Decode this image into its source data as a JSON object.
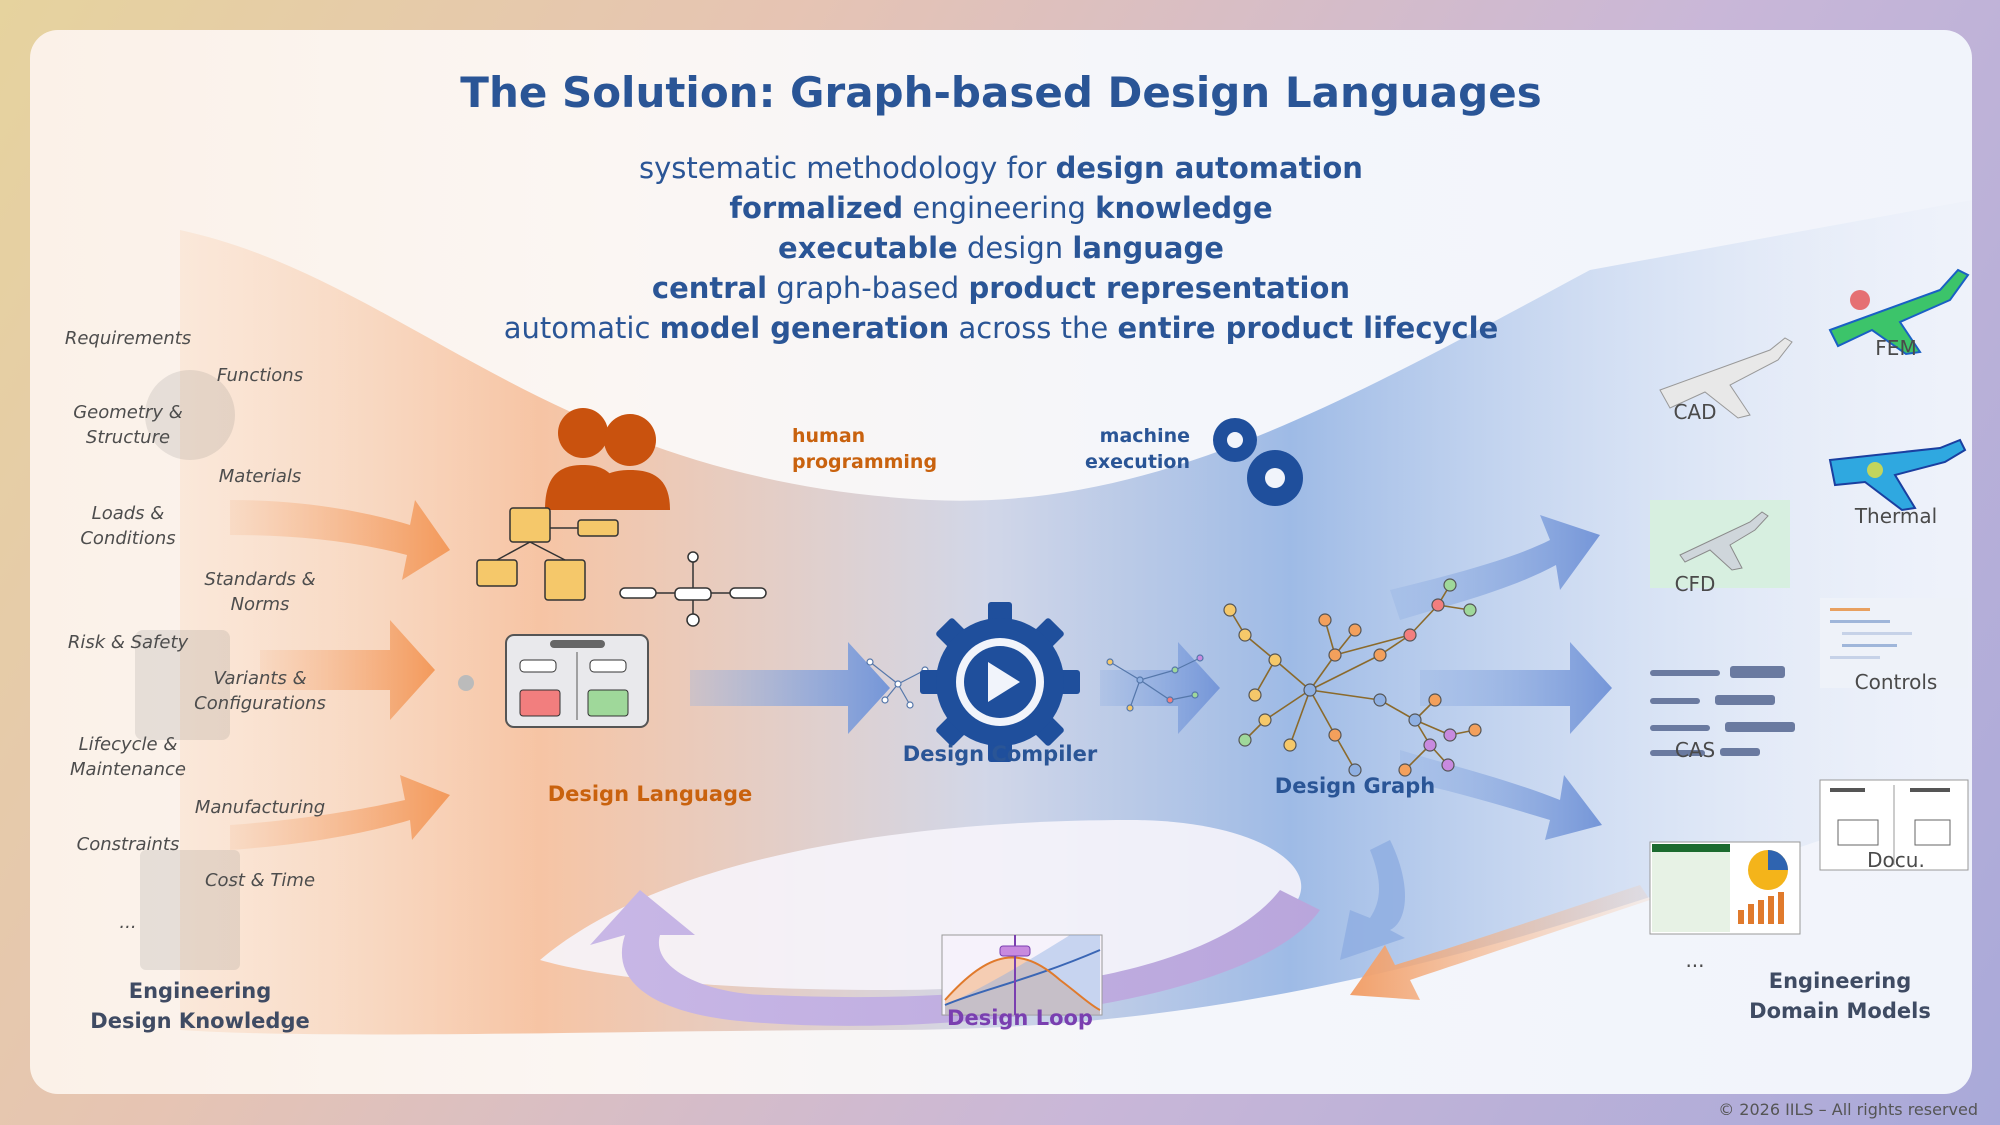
{
  "title": "The Solution: Graph-based Design Languages",
  "subtitle_lines": [
    {
      "parts": [
        {
          "t": "systematic methodology for ",
          "b": false
        },
        {
          "t": "design automation",
          "b": true
        }
      ]
    },
    {
      "parts": [
        {
          "t": "formalized",
          "b": true
        },
        {
          "t": " engineering ",
          "b": false
        },
        {
          "t": "knowledge",
          "b": true
        }
      ]
    },
    {
      "parts": [
        {
          "t": "executable",
          "b": true
        },
        {
          "t": " design ",
          "b": false
        },
        {
          "t": "language",
          "b": true
        }
      ]
    },
    {
      "parts": [
        {
          "t": "central",
          "b": true
        },
        {
          "t": " graph-based ",
          "b": false
        },
        {
          "t": "product representation",
          "b": true
        }
      ]
    },
    {
      "parts": [
        {
          "t": "automatic ",
          "b": false
        },
        {
          "t": "model generation",
          "b": true
        },
        {
          "t": " across the ",
          "b": false
        },
        {
          "t": "entire product lifecycle",
          "b": true
        }
      ]
    }
  ],
  "knowledge_items": [
    "Requirements",
    "Functions",
    "Geometry &\nStructure",
    "Materials",
    "Loads &\nConditions",
    "Standards &\nNorms",
    "Risk & Safety",
    "Variants &\nConfigurations",
    "Lifecycle &\nMaintenance",
    "Manufacturing",
    "Constraints",
    "Cost & Time",
    "..."
  ],
  "labels": {
    "knowledge": "Engineering\nDesign Knowledge",
    "design_language": "Design Language",
    "design_compiler": "Design Compiler",
    "design_graph": "Design Graph",
    "design_loop": "Design Loop",
    "domain_models": "Engineering\nDomain Models",
    "human": "human\nprogramming",
    "machine": "machine\nexecution"
  },
  "domain_models": [
    "CAD",
    "FEM",
    "Thermal",
    "CFD",
    "Controls",
    "CAS",
    "Docu.",
    "..."
  ],
  "copyright": "© 2026 IILS – All rights reserved",
  "colors": {
    "blue": "#2a5596",
    "orange": "#c9620e",
    "purple": "#7a3fb0",
    "arrow_orange": "#f39a5c",
    "arrow_blue": "#7d9fdc"
  }
}
